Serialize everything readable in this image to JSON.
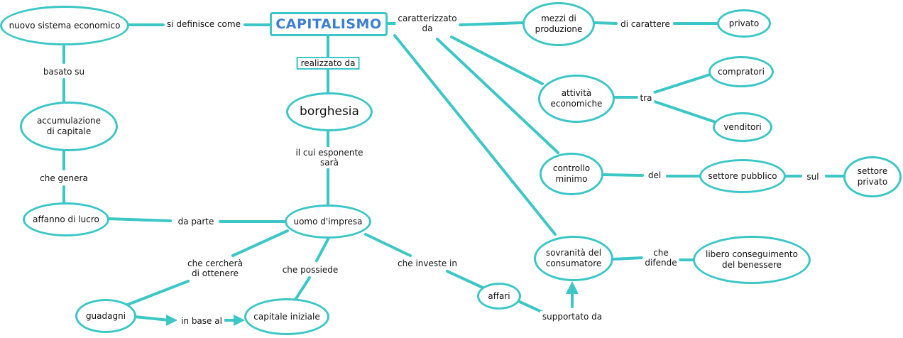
{
  "diagram": {
    "edge_color": "#3cc6c6",
    "root_text_color": "#3a7fd0",
    "concepts": {
      "capitalismo": "CAPITALISMO",
      "nuovo_sistema": "nuovo sistema economico",
      "accumulazione": "accumulazione\ndi capitale",
      "affanno": "affanno di lucro",
      "borghesia": "borghesia",
      "uomo_impresa": "uomo d'impresa",
      "guadagni": "guadagni",
      "capitale_iniziale": "capitale iniziale",
      "affari": "affari",
      "mezzi": "mezzi di\nproduzione",
      "privato": "privato",
      "attivita": "attività\neconomiche",
      "compratori": "compratori",
      "venditori": "venditori",
      "controllo": "controllo\nminimo",
      "settore_pubblico": "settore pubblico",
      "settore_privato": "settore\nprivato",
      "sovranita": "sovranità del\nconsumatore",
      "libero": "libero conseguimento\ndel benessere"
    },
    "links": {
      "si_definisce": "si definisce come",
      "basato_su": "basato su",
      "che_genera": "che genera",
      "da_parte": "da parte",
      "realizzato_da": "realizzato da",
      "il_cui": "il cui esponente\nsarà",
      "che_cerchera": "che cercherà\ndi ottenere",
      "che_possiede": "che possiede",
      "che_investe": "che investe in",
      "in_base_al": "in base al",
      "supportato_da": "supportato da",
      "caratterizzato": "caratterizzato\nda",
      "di_carattere": "di carattere",
      "tra": "tra",
      "del": "del",
      "sul": "sul",
      "che_difende": "che\ndifende"
    }
  }
}
